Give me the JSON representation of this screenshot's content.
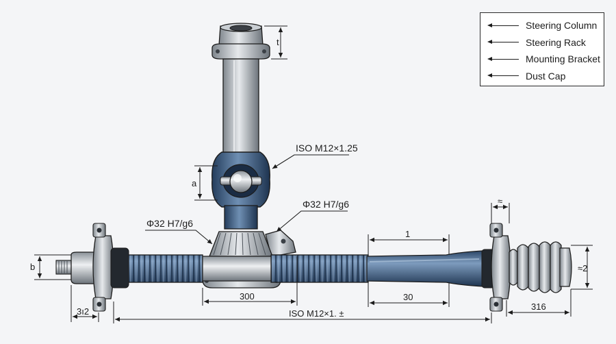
{
  "legend": {
    "items": [
      {
        "label": "Steering Column"
      },
      {
        "label": "Steering Rack"
      },
      {
        "label": "Mounting Bracket"
      },
      {
        "label": "Dust Cap"
      }
    ]
  },
  "callouts": {
    "thread_upper": "ISO M12×1.25",
    "fit_right": "Φ32 H7/g6",
    "fit_left": "Φ32 H7/g6"
  },
  "dimensions": {
    "column_flange_height": "t",
    "joint_height": "a",
    "left_end_height": "b",
    "right_boot_height": "≈2",
    "right_clamp_width": "≈",
    "housing_width": "300",
    "tube_upper_length": "1",
    "tube_lower_length": "30",
    "left_end_length": "3ı2",
    "overall_length": "ISO M12×1. ±",
    "boot_length": "316"
  },
  "colors": {
    "steel_light": "#d9dde2",
    "steel_dark": "#7f868d",
    "blue_light": "#6e8db0",
    "blue_dark": "#223a58",
    "line": "#1c1c1c"
  }
}
